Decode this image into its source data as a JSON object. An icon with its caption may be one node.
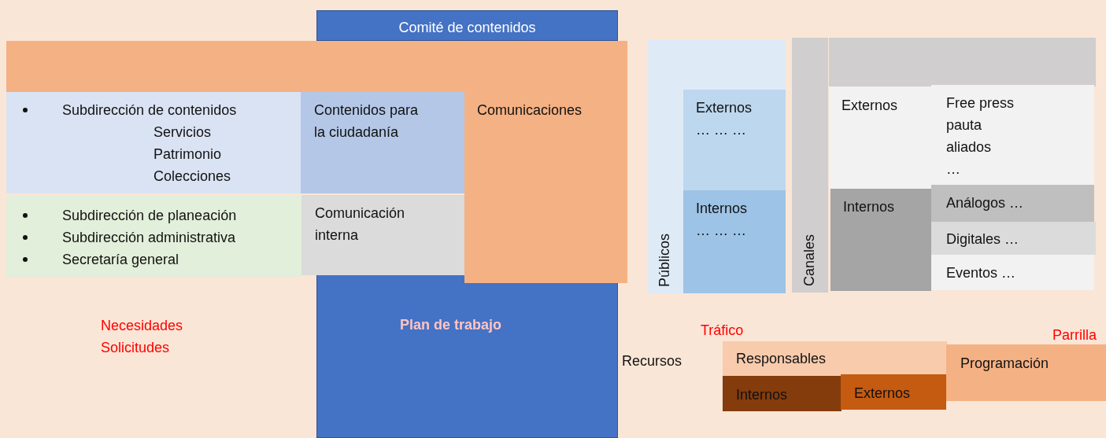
{
  "diagram": {
    "nodes": [
      {
        "text": [
          "Comité de contenidos"
        ]
      },
      {
        "text": [],
        "shape": "box"
      },
      {
        "text": [
          "Subdirección de contenidos",
          "Servicios",
          "Patrimonio",
          "Colecciones"
        ]
      },
      {
        "text": [
          "Contenidos para la ciudadanía"
        ]
      },
      {
        "text": [
          "Comunicaciones"
        ]
      },
      {
        "text": [
          "Subdirección de planeación",
          "Subdirección administrativa",
          "Secretaría general"
        ]
      },
      {
        "text": [
          "Comunicación interna"
        ]
      },
      {
        "text": [
          "Públicos"
        ]
      },
      {
        "text": [
          "Externos",
          "… … …"
        ],
        "in": 7
      },
      {
        "text": [
          "Internos",
          "… … …"
        ],
        "in": 7
      },
      {
        "text": [
          "Canales"
        ]
      },
      {
        "text": [],
        "shape": "box"
      },
      {
        "text": [
          "Externos"
        ]
      },
      {
        "text": [
          "Free press",
          "pauta",
          "aliados",
          "…"
        ]
      },
      {
        "text": [
          "Internos"
        ]
      },
      {
        "text": [
          "Análogos …"
        ]
      },
      {
        "text": [
          "Digitales …"
        ]
      },
      {
        "text": [
          "Eventos …"
        ]
      },
      {
        "text": [
          "Recursos"
        ]
      },
      {
        "text": [
          "Responsables"
        ]
      },
      {
        "text": [
          "Internos"
        ]
      },
      {
        "text": [
          "Externos"
        ]
      },
      {
        "text": [
          "Programación"
        ]
      }
    ],
    "labels": [
      "Necesidades Solicitudes",
      "Plan de trabajo",
      "Tráfico",
      "Parrilla"
    ]
  }
}
